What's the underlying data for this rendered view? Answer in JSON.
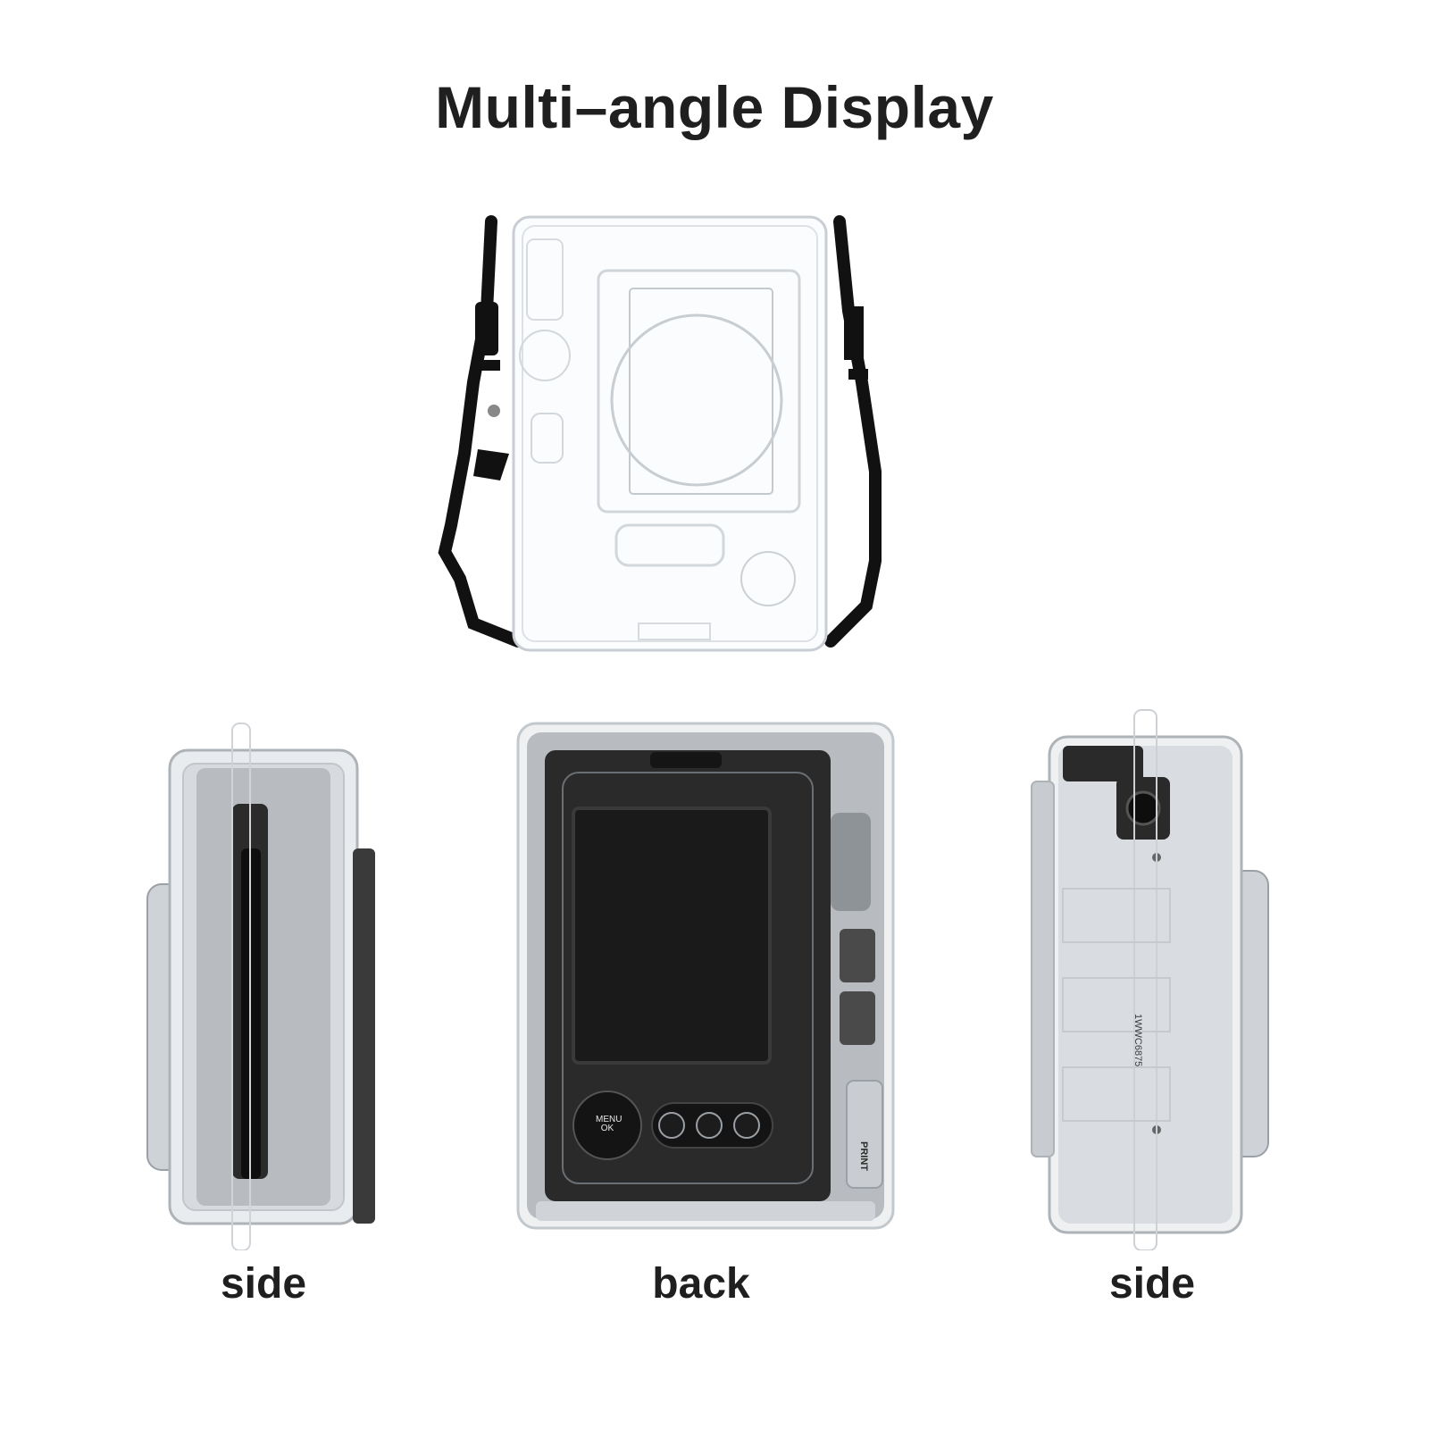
{
  "header": {
    "title": "Multi–angle Display"
  },
  "views": {
    "left_label": "side",
    "center_label": "back",
    "right_label": "side"
  },
  "camera_markings": {
    "menu_line1": "MENU",
    "menu_line2": "OK",
    "print_label": "PRINT",
    "serial": "1WWC6875"
  },
  "colors": {
    "text": "#1f1f1f",
    "case_outline": "#c9ced4",
    "strap": "#111111",
    "metal": "#b8bcc0",
    "screen": "#1a1a1a"
  }
}
